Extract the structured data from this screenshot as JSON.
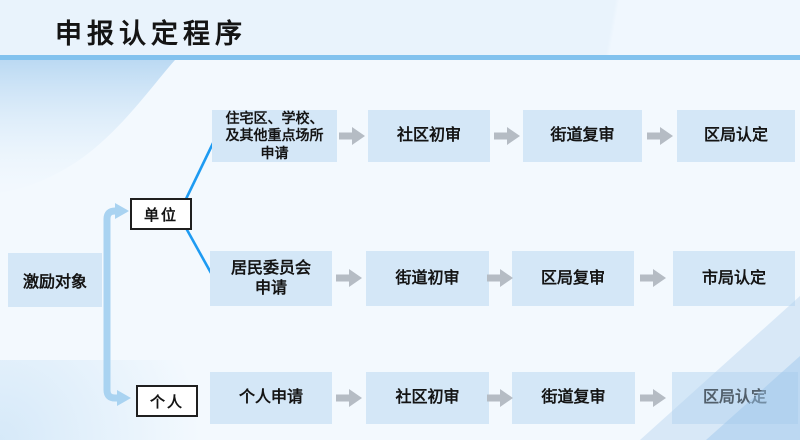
{
  "title": "申报认定程序",
  "source": {
    "label": "激励对象"
  },
  "branches": [
    {
      "label": "单位"
    },
    {
      "label": "个人"
    }
  ],
  "flow_rows": [
    {
      "steps": [
        "住宅区、学校、\n及其他重点场所\n申请",
        "社区初审",
        "街道复审",
        "区局认定"
      ]
    },
    {
      "steps": [
        "居民委员会\n申请",
        "街道初审",
        "区局复审",
        "市局认定"
      ]
    },
    {
      "steps": [
        "个人申请",
        "社区初审",
        "街道复审",
        "区局认定"
      ]
    }
  ],
  "colors": {
    "header_band": "#e9f3fc",
    "title_underline": "#82c2ee",
    "canvas_bg": "#f3f9fe",
    "step_box_fill": "#d4e7f7",
    "label_box_border": "#1f1f1f",
    "bracket_blue": "#a9d3f1",
    "connector_blue": "#1e9bf2",
    "arrow_gray": "#b5bcc4",
    "text_dark": "#141414",
    "wave_blue": "#bedcf4"
  }
}
